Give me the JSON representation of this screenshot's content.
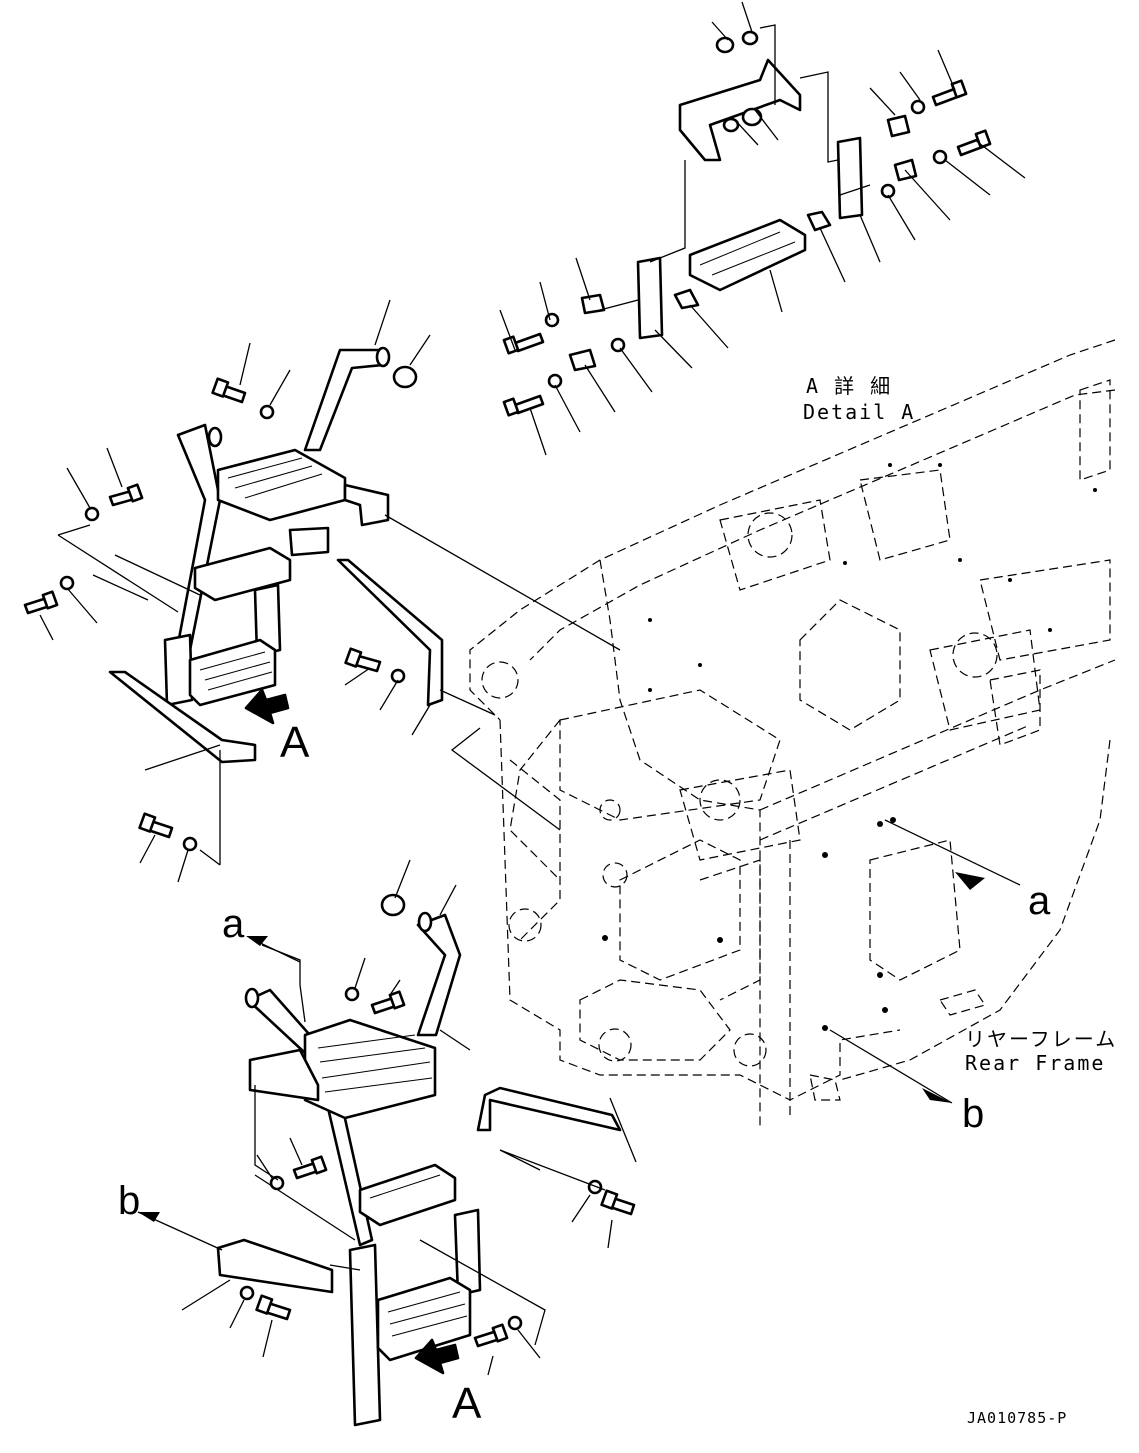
{
  "labels": {
    "detail_jp": "A 詳 細",
    "detail_en": "Detail A",
    "frame_jp": "リヤーフレーム",
    "frame_en": "Rear Frame",
    "view_a_upper": "A",
    "view_a_lower": "A",
    "ref_a_frame": "a",
    "ref_a_ladder": "a",
    "ref_b_frame": "b",
    "ref_b_ladder": "b",
    "drawing_code": "JA010785-P"
  }
}
